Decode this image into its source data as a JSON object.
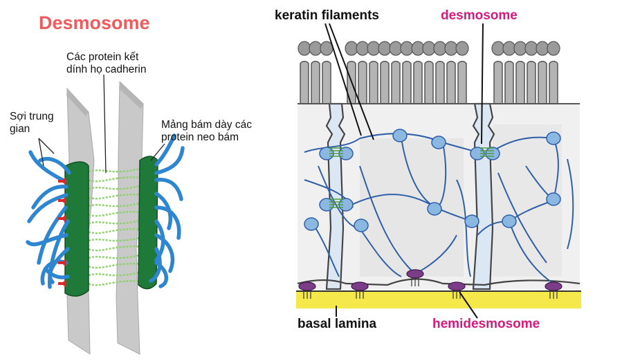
{
  "left_panel": {
    "title": "Desmosome",
    "cadherin_label": [
      "Các protein kết",
      "dính họ cadherin"
    ],
    "intermediate_filament_label": [
      "Sợi trung",
      "gian"
    ],
    "plaque_label": [
      "Mảng bám dày các",
      "protein neo bám"
    ]
  },
  "right_panel": {
    "keratin_label": "keratin filaments",
    "desmosome_label": "desmosome",
    "basal_lamina_label": "basal lamina",
    "hemidesmosome_label": "hemidesmosome"
  },
  "colors": {
    "title": "#f05a5a",
    "highlight_label": "#d6197d",
    "membrane": "#c9c9c9",
    "plaque": "#1f7a3a",
    "filament": "#2e86d1",
    "cadherin": "#8fd16b",
    "anchor": "#d62b2b",
    "basal_lamina": "#f4e84a",
    "hemidesmosome": "#7b3c88"
  }
}
